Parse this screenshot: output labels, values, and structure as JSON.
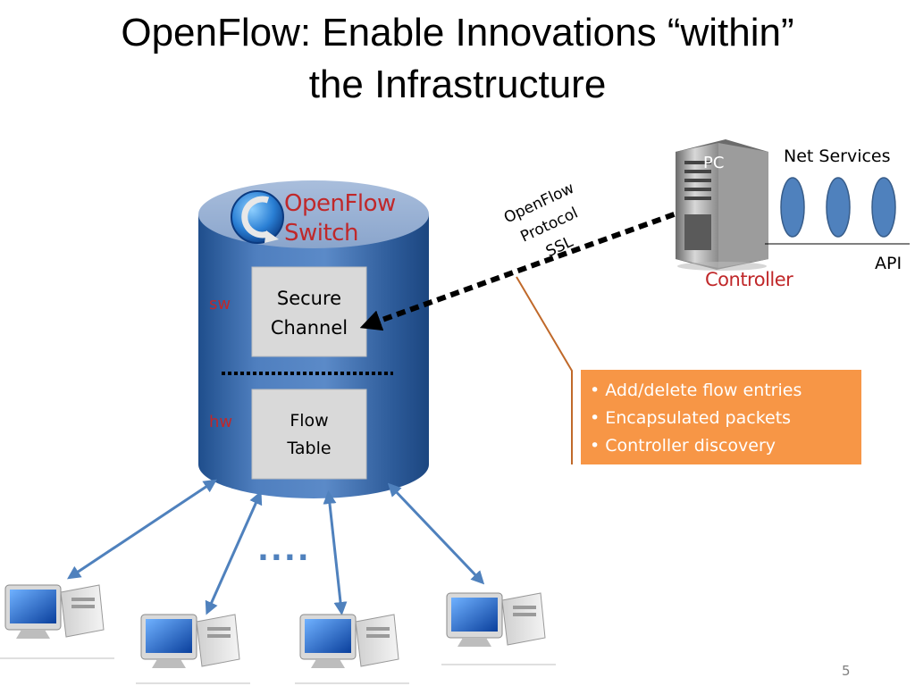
{
  "title_line1": "OpenFlow: Enable Innovations “within”",
  "title_line2": "the Infrastructure",
  "switch": {
    "name_line1": "OpenFlow",
    "name_line2": "Switch",
    "secure_line1": "Secure",
    "secure_line2": "Channel",
    "flow_line1": "Flow",
    "flow_line2": "Table",
    "sw_label": "sw",
    "hw_label": "hw"
  },
  "protocol": {
    "line1": "OpenFlow",
    "line2": "Protocol",
    "line3": "SSL"
  },
  "controller": {
    "pc_label": "PC",
    "net_services": "Net Services",
    "api_label": "API",
    "controller_label": "Controller"
  },
  "features": {
    "items": [
      "• Add/delete flow entries",
      "• Encapsulated packets",
      "• Controller discovery"
    ]
  },
  "ellipsis": "....",
  "page_number": "5",
  "colors": {
    "switch_blue": "#2e5f9e",
    "accent_red": "#c0282a",
    "orange": "#f79646",
    "arrow_blue": "#4f81bd",
    "service_blue": "#4f81bd"
  },
  "icons": [
    "openflow-logo-icon",
    "server-tower-icon",
    "desktop-computer-icon"
  ]
}
